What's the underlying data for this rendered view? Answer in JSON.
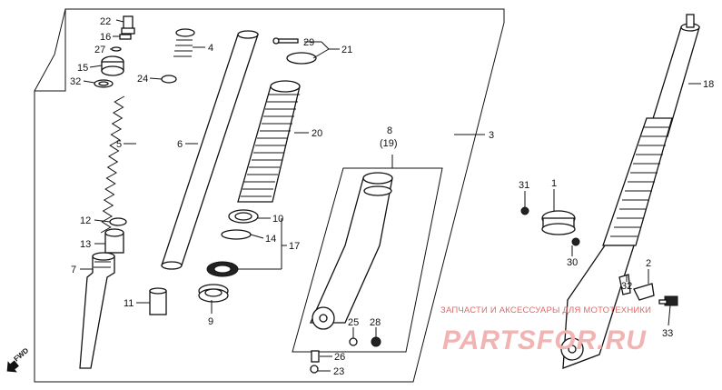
{
  "labels": {
    "p22": "22",
    "p16": "16",
    "p27": "27",
    "p15": "15",
    "p32": "32",
    "p4": "4",
    "p24": "24",
    "p5": "5",
    "p6": "6",
    "p12": "12",
    "p13": "13",
    "p7": "7",
    "p11": "11",
    "p29": "29",
    "p21": "21",
    "p20": "20",
    "p3": "3",
    "p8": "8",
    "p19": "(19)",
    "p10": "10",
    "p14": "14",
    "p17": "17",
    "p9": "9",
    "p25": "25",
    "p28": "28",
    "p26": "26",
    "p23": "23",
    "p18": "18",
    "p31": "31",
    "p1": "1",
    "p30": "30",
    "p2": "2",
    "p32b": "32",
    "p33": "33"
  },
  "fwd_label": "FWD",
  "watermark": {
    "text": "ЗАПЧАСТИ И АКСЕССУАРЫ ДЛЯ МОТОТЕХНИКИ",
    "logo": "PARTSFOR.RU"
  }
}
